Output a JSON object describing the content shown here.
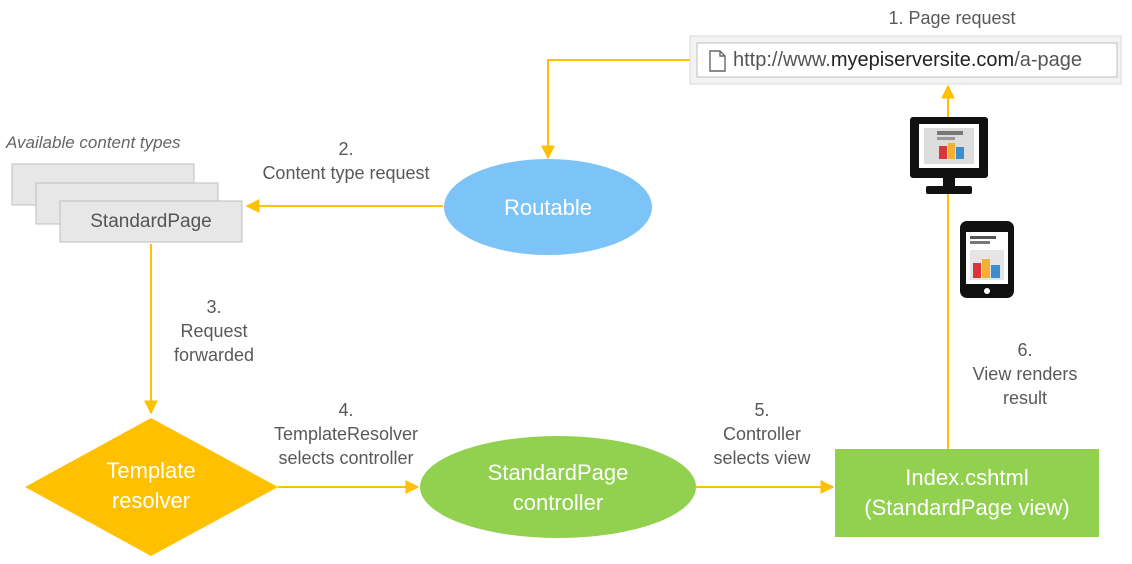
{
  "colors": {
    "arrow": "#FFC000",
    "routable": "#7CC3F7",
    "template_resolver": "#FFC000",
    "controller": "#92D050",
    "view": "#92D050",
    "content_box_fill": "#E7E7E7",
    "content_box_stroke": "#BFBFBF"
  },
  "content_types": {
    "caption": "Available content types",
    "front_box": "StandardPage"
  },
  "browser": {
    "icon": "page-icon",
    "url_prefix": "http://www.",
    "url_domain": "myepiserversite.com",
    "url_path": "/a-page"
  },
  "devices": {
    "desktop_icon": "desktop-monitor-icon",
    "mobile_icon": "mobile-phone-icon"
  },
  "nodes": {
    "routable": "Routable",
    "template_resolver": [
      "Template",
      "resolver"
    ],
    "controller": [
      "StandardPage",
      "controller"
    ],
    "view": [
      "Index.cshtml",
      "(StandardPage view)"
    ]
  },
  "steps": {
    "step1": [
      "1. Page request"
    ],
    "step2": [
      "2.",
      "Content type request"
    ],
    "step3": [
      "3.",
      "Request",
      "forwarded"
    ],
    "step4": [
      "4.",
      "TemplateResolver",
      "selects controller"
    ],
    "step5": [
      "5.",
      "Controller",
      "selects view"
    ],
    "step6": [
      "6.",
      "View renders",
      "result"
    ]
  }
}
